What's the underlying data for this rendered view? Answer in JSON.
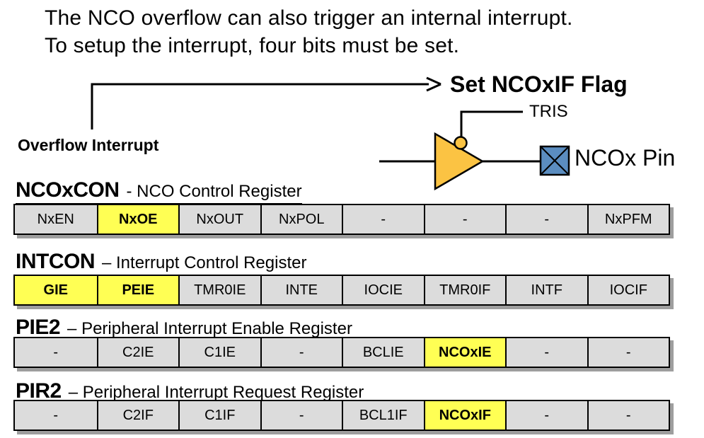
{
  "intro": {
    "line1": "The NCO overflow can also trigger an internal interrupt.",
    "line2": "To setup the interrupt, four bits must be set."
  },
  "flow": {
    "set_flag_label": "Set NCOxIF Flag",
    "overflow_label": "Overflow Interrupt",
    "tris_label": "TRIS",
    "pin_label": "NCOx Pin"
  },
  "icons": {
    "gate": "tri-state-buffer",
    "bubble": "tris-enable-bubble",
    "pin": "crossed-square-pin",
    "arrow": "overflow-to-flag-arrow"
  },
  "colors": {
    "yellow_highlight": "#FFFF54",
    "cell_gray": "#DCDCDC",
    "shadow_gray": "#9E9E9E",
    "gate_fill": "#FBC343",
    "pin_blue": "#5B8DC0",
    "line_black": "#000000"
  },
  "registers": [
    {
      "name": "NCOxCON",
      "description": "- NCO Control Register",
      "bits": [
        "NxEN",
        "NxOE",
        "NxOUT",
        "NxPOL",
        "-",
        "-",
        "-",
        "NxPFM"
      ],
      "highlighted": [
        1
      ]
    },
    {
      "name": "INTCON",
      "description": "– Interrupt Control Register",
      "bits": [
        "GIE",
        "PEIE",
        "TMR0IE",
        "INTE",
        "IOCIE",
        "TMR0IF",
        "INTF",
        "IOCIF"
      ],
      "highlighted": [
        0,
        1
      ]
    },
    {
      "name": "PIE2",
      "description": "– Peripheral Interrupt Enable Register",
      "bits": [
        "-",
        "C2IE",
        "C1IE",
        "-",
        "BCLIE",
        "NCOxIE",
        "-",
        "-"
      ],
      "highlighted": [
        5
      ]
    },
    {
      "name": "PIR2",
      "description": "– Peripheral Interrupt Request Register",
      "bits": [
        "-",
        "C2IF",
        "C1IF",
        "-",
        "BCL1IF",
        "NCOxIF",
        "-",
        "-"
      ],
      "highlighted": [
        5
      ]
    }
  ]
}
